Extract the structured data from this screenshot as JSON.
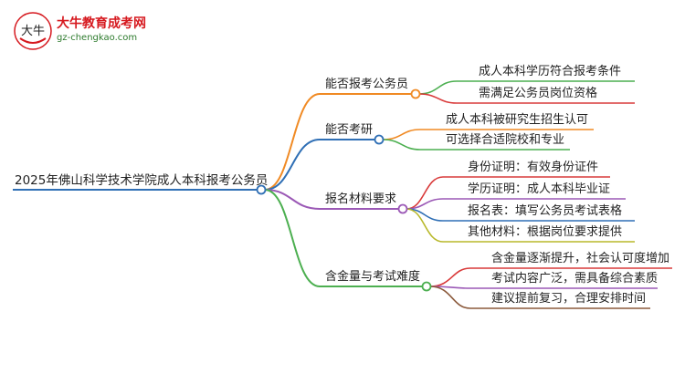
{
  "brand": {
    "name": "大牛教育成考网",
    "url": "gz-chengkao.com",
    "mark_text": "大牛"
  },
  "root": {
    "label": "2025年佛山科学技术学院成人本科报考公务员"
  },
  "branches": [
    {
      "label": "能否报考公务员",
      "color": "#f08a24",
      "children": [
        {
          "label": "成人本科学历符合报考条件",
          "color": "#4caf50"
        },
        {
          "label": "需满足公务员岗位资格",
          "color": "#d93a3a"
        }
      ]
    },
    {
      "label": "能否考研",
      "color": "#2f6fb5",
      "children": [
        {
          "label": "成人本科被研究生招生认可",
          "color": "#f08a24"
        },
        {
          "label": "可选择合适院校和专业",
          "color": "#4caf50"
        }
      ]
    },
    {
      "label": "报名材料要求",
      "color": "#9b59b6",
      "children": [
        {
          "label": "身份证明：有效身份证件",
          "color": "#d93a3a"
        },
        {
          "label": "学历证明：成人本科毕业证",
          "color": "#9b59b6"
        },
        {
          "label": "报名表：填写公务员考试表格",
          "color": "#2f6fb5"
        },
        {
          "label": "其他材料：根据岗位要求提供",
          "color": "#b8b82a"
        }
      ]
    },
    {
      "label": "含金量与考试难度",
      "color": "#4caf50",
      "children": [
        {
          "label": "含金量逐渐提升，社会认可度增加",
          "color": "#d93a3a"
        },
        {
          "label": "考试内容广泛，需具备综合素质",
          "color": "#9b59b6"
        },
        {
          "label": "建议提前复习，合理安排时间",
          "color": "#8b5a3c"
        }
      ]
    }
  ]
}
